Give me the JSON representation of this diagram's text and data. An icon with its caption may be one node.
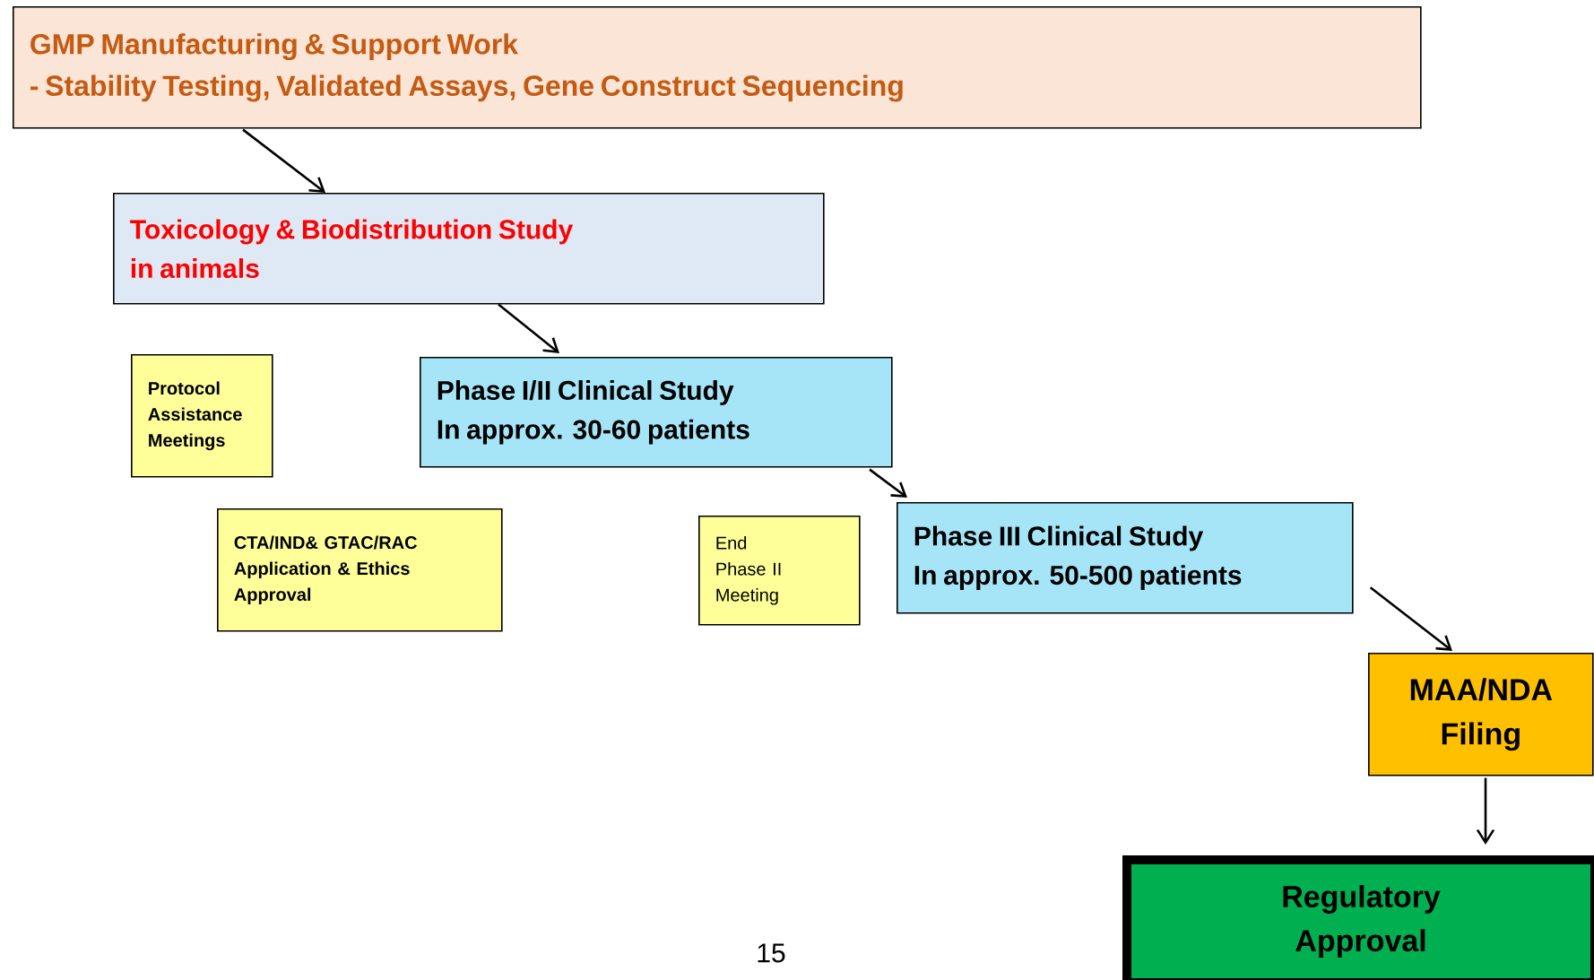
{
  "diagram": {
    "nodes": [
      {
        "text": [
          "GMP Manufacturing & Support Work",
          "- Stability Testing, Validated Assays, Gene Construct Sequencing"
        ]
      },
      {
        "text": [
          "Toxicology & Biodistribution Study in animals"
        ]
      },
      {
        "text": [
          "Protocol Assistance Meetings"
        ]
      },
      {
        "text": [
          "Phase I/II Clinical Study",
          "In approx. 30-60 patients"
        ]
      },
      {
        "text": [
          "CTA/IND& GTAC/RAC Application & Ethics Approval"
        ]
      },
      {
        "text": [
          "End Phase II Meeting"
        ]
      },
      {
        "text": [
          "Phase III Clinical Study",
          "In approx. 50-500 patients"
        ]
      },
      {
        "text": [
          "MAA/NDA Filing"
        ]
      },
      {
        "text": [
          "Regulatory Approval"
        ]
      }
    ],
    "edges": [
      {
        "from": 0,
        "to": 1,
        "arrow": "to"
      },
      {
        "from": 1,
        "to": 3,
        "arrow": "to"
      },
      {
        "from": 3,
        "to": 6,
        "arrow": "to"
      },
      {
        "from": 6,
        "to": 7,
        "arrow": "to"
      },
      {
        "from": 7,
        "to": 8,
        "arrow": "to"
      }
    ],
    "labels": [
      "15"
    ]
  }
}
